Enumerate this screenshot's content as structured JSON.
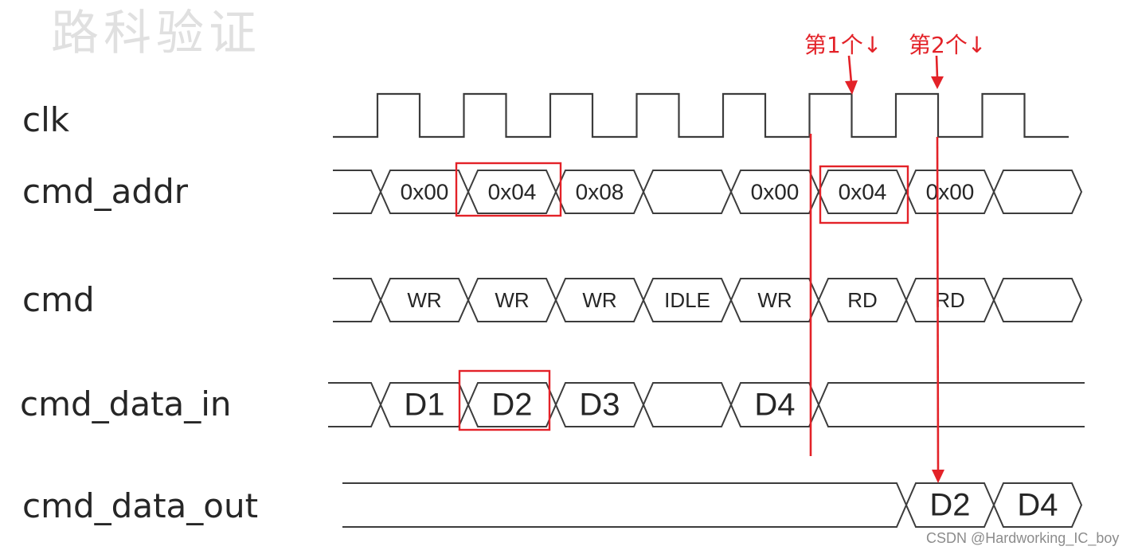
{
  "faded_title": "路科验证",
  "signals": {
    "clk": {
      "label": "clk",
      "pulses": 8
    },
    "cmd_addr": {
      "label": "cmd_addr",
      "values": [
        "0x00",
        "0x04",
        "0x08",
        "",
        "0x00",
        "0x04",
        "0x00",
        ""
      ],
      "end_closed": true
    },
    "cmd": {
      "label": "cmd",
      "values": [
        "WR",
        "WR",
        "WR",
        "IDLE",
        "WR",
        "RD",
        "RD",
        ""
      ],
      "end_closed": true
    },
    "cmd_data_in": {
      "label": "cmd_data_in",
      "values": [
        "D1",
        "D2",
        "D3",
        "",
        "D4",
        "",
        null,
        null
      ],
      "end_closed": false
    },
    "cmd_data_out": {
      "label": "cmd_data_out",
      "values": [
        null,
        null,
        null,
        null,
        null,
        null,
        "D2",
        "D4"
      ],
      "end_closed": true
    }
  },
  "annotations": {
    "first": "第1个↓",
    "second": "第2个↓"
  },
  "colors": {
    "annotation": "#e32228",
    "waveform": "#3c3c3c",
    "text": "#262626"
  },
  "credit": "CSDN @Hardworking_IC_boy"
}
